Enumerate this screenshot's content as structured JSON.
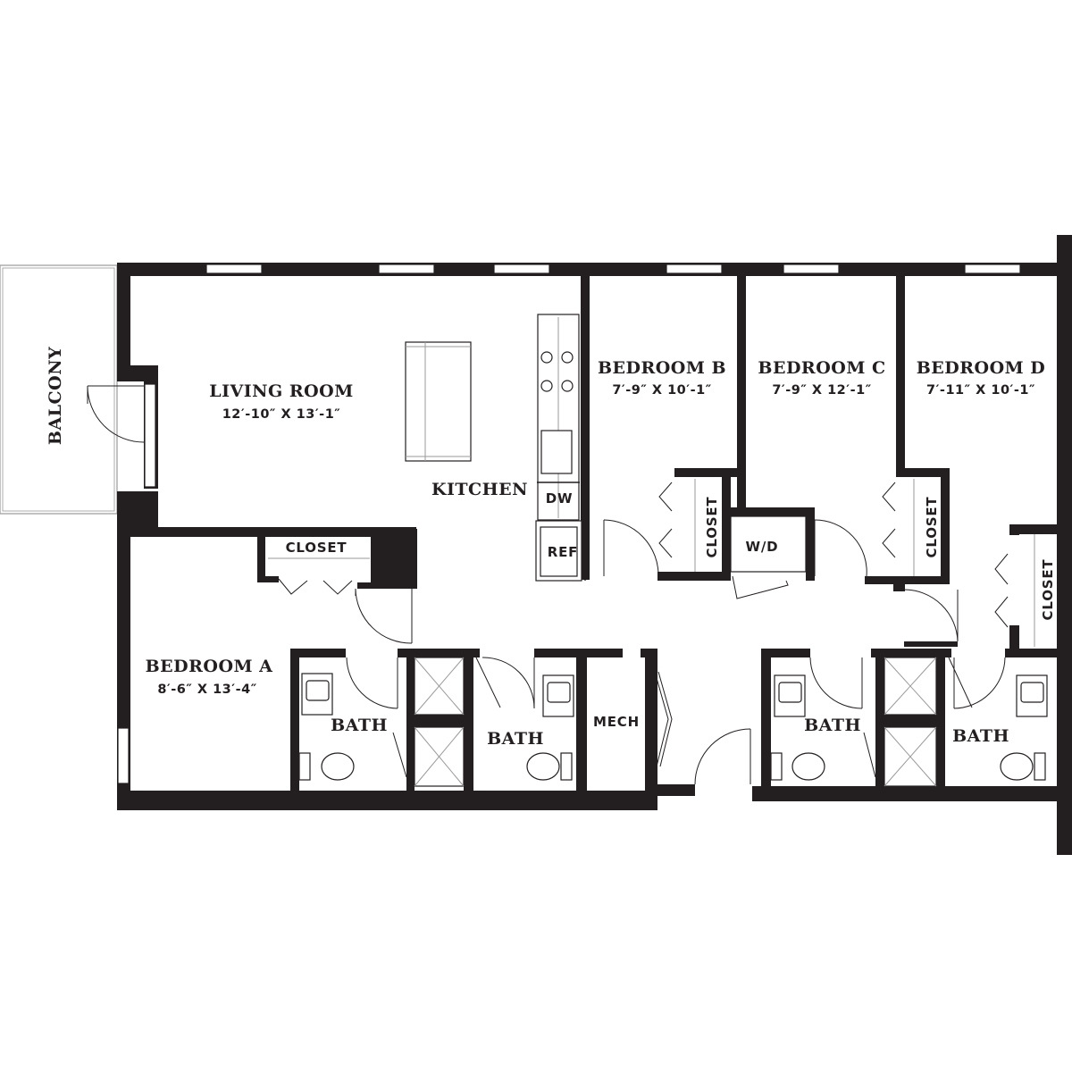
{
  "rooms": {
    "balcony": "BALCONY",
    "living": {
      "name": "LIVING ROOM",
      "dim": "12′-10″ X 13′-1″"
    },
    "kitchen": "KITCHEN",
    "dw": "DW",
    "ref": "REF",
    "bedroom_a": {
      "name": "BEDROOM A",
      "dim": "8′-6″ X 13′-4″"
    },
    "bedroom_b": {
      "name": "BEDROOM B",
      "dim": "7′-9″ X 10′-1″"
    },
    "bedroom_c": {
      "name": "BEDROOM C",
      "dim": "7′-9″ X 12′-1″"
    },
    "bedroom_d": {
      "name": "BEDROOM D",
      "dim": "7′-11″ X 10′-1″"
    },
    "closet": "CLOSET",
    "wd": "W/D",
    "bath": "BATH",
    "mech": "MECH"
  }
}
